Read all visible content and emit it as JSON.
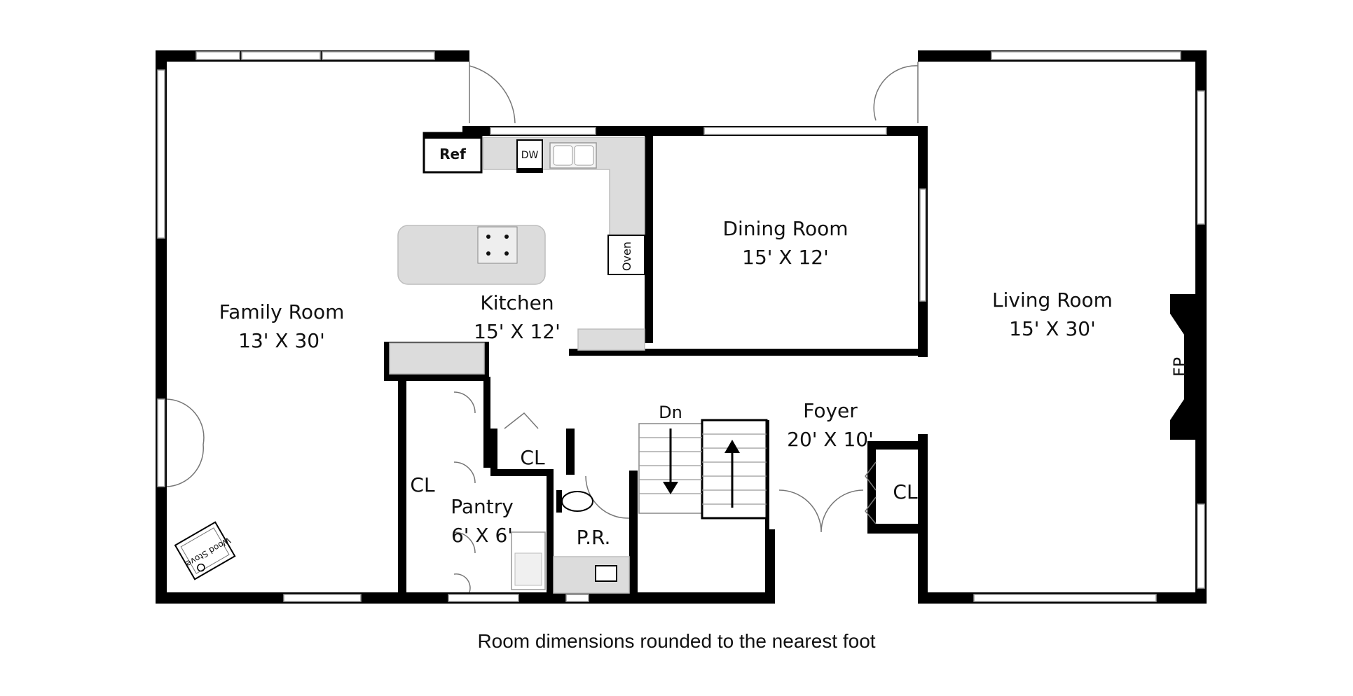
{
  "rooms": {
    "family_room": {
      "name": "Family Room",
      "dims": "13' X 30'"
    },
    "kitchen": {
      "name": "Kitchen",
      "dims": "15' X 12'"
    },
    "dining_room": {
      "name": "Dining Room",
      "dims": "15' X 12'"
    },
    "living_room": {
      "name": "Living Room",
      "dims": "15' X 30'"
    },
    "foyer": {
      "name": "Foyer",
      "dims": "20' X 10'"
    },
    "pantry": {
      "name": "Pantry",
      "dims": "6' X 6'"
    },
    "powder_room": {
      "name": "P.R."
    },
    "closet_hall": {
      "name": "CL"
    },
    "closet_pantry": {
      "name": "CL"
    },
    "closet_foyer": {
      "name": "CL"
    }
  },
  "fixtures": {
    "refrigerator": "Ref",
    "dishwasher": "DW",
    "oven": "Oven",
    "fireplace": "FP",
    "wood_stove": "Wood Stove",
    "stairs_down": "Dn"
  },
  "caption": "Room dimensions rounded to the nearest foot"
}
